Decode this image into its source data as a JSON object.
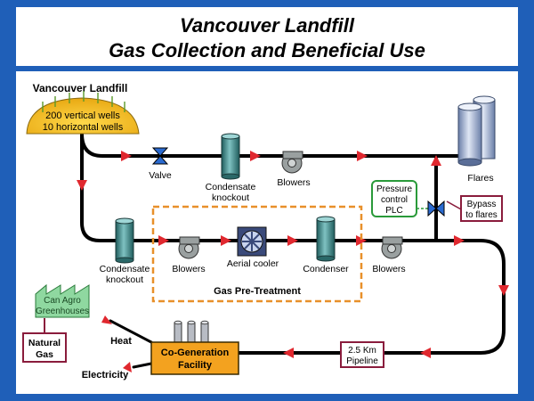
{
  "title": {
    "line1": "Vancouver Landfill",
    "line2": "Gas Collection and Beneficial Use"
  },
  "landfill": {
    "name": "Vancouver Landfill",
    "wells_vertical": "200 vertical wells",
    "wells_horizontal": "10 horizontal wells"
  },
  "labels": {
    "valve": "Valve",
    "condensate_knockout_top_1": "Condensate",
    "condensate_knockout_top_2": "knockout",
    "blowers_top": "Blowers",
    "flares": "Flares",
    "pressure_control_1": "Pressure",
    "pressure_control_2": "control",
    "pressure_control_3": "PLC",
    "bypass_1": "Bypass",
    "bypass_2": "to flares",
    "condensate_knockout_bottom_1": "Condensate",
    "condensate_knockout_bottom_2": "knockout",
    "blowers_pretreat": "Blowers",
    "aerial_cooler": "Aerial cooler",
    "condenser": "Condenser",
    "blowers_after": "Blowers",
    "gas_pretreatment": "Gas Pre-Treatment",
    "greenhouse_1": "Can Agro",
    "greenhouse_2": "Greenhouses",
    "natural_gas_1": "Natural",
    "natural_gas_2": "Gas",
    "heat": "Heat",
    "cogen_1": "Co-Generation",
    "cogen_2": "Facility",
    "electricity": "Electricity",
    "pipeline_1": "2.5 Km",
    "pipeline_2": "Pipeline"
  },
  "colors": {
    "background": "#1f5fb8",
    "pipe": "#000000",
    "arrow": "#e0282f",
    "landfill_mound": "#f2c020",
    "tank": "#3e8a8a",
    "blower": "#8a8f8f",
    "pretreatment_border": "#e8902a",
    "cogen_fill": "#f3a21f",
    "greenhouse": "#8fd8a0",
    "pressure_border": "#2a9a3a",
    "bypass_border": "#8a1c3c"
  }
}
